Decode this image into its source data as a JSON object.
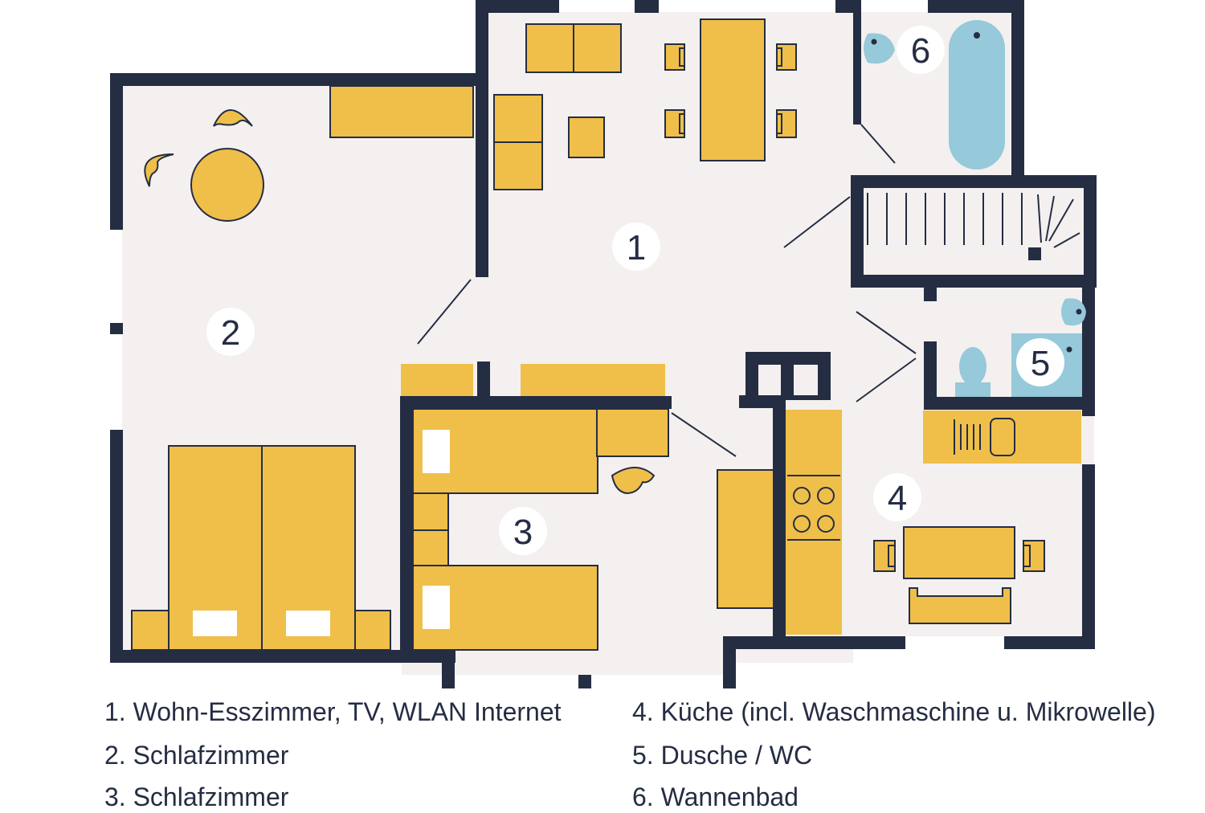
{
  "rooms": [
    {
      "id": "1",
      "label": "1"
    },
    {
      "id": "2",
      "label": "2"
    },
    {
      "id": "3",
      "label": "3"
    },
    {
      "id": "4",
      "label": "4"
    },
    {
      "id": "5",
      "label": "5"
    },
    {
      "id": "6",
      "label": "6"
    }
  ],
  "legend": [
    "1. Wohn-Esszimmer, TV, WLAN Internet",
    "2. Schlafzimmer",
    "3. Schlafzimmer",
    "4. Küche (incl. Waschmaschine u. Mikrowelle)",
    "5. Dusche / WC",
    "6. Wannenbad"
  ],
  "colors": {
    "wall": "#252d43",
    "floor": "#f3f0ef",
    "furniture": "#efbf4a",
    "sanitary": "#96c9d9"
  }
}
